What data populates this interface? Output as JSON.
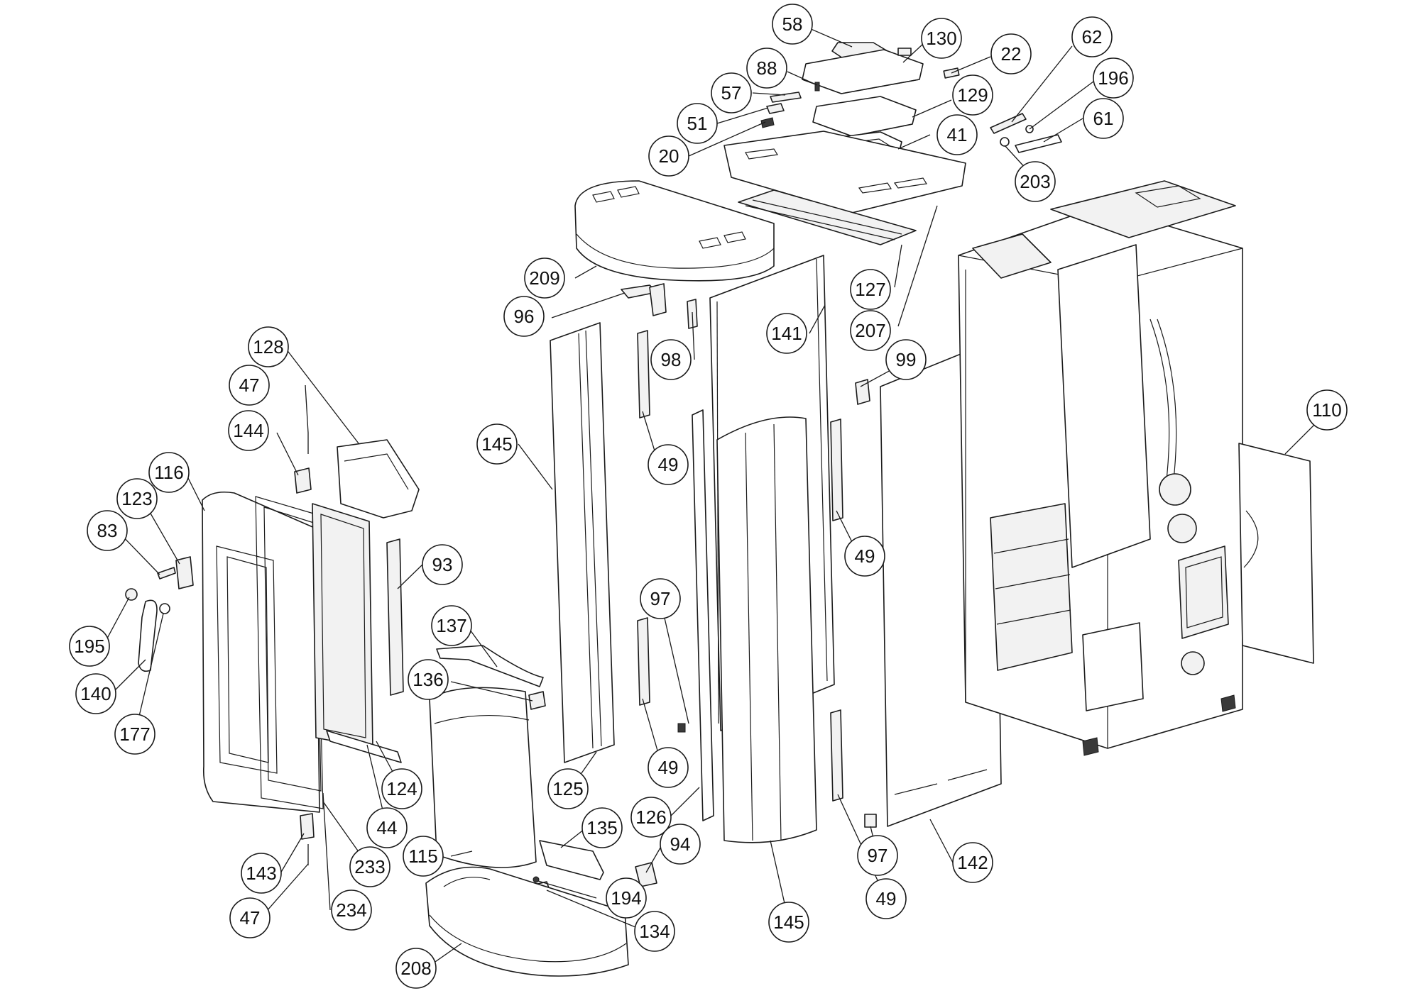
{
  "labels": [
    {
      "id": "c58",
      "text": "58"
    },
    {
      "id": "c130",
      "text": "130"
    },
    {
      "id": "c22",
      "text": "22"
    },
    {
      "id": "c62",
      "text": "62"
    },
    {
      "id": "c88",
      "text": "88"
    },
    {
      "id": "c196",
      "text": "196"
    },
    {
      "id": "c57",
      "text": "57"
    },
    {
      "id": "c129",
      "text": "129"
    },
    {
      "id": "c61",
      "text": "61"
    },
    {
      "id": "c51",
      "text": "51"
    },
    {
      "id": "c41",
      "text": "41"
    },
    {
      "id": "c20",
      "text": "20"
    },
    {
      "id": "c203",
      "text": "203"
    },
    {
      "id": "c127",
      "text": "127"
    },
    {
      "id": "c209",
      "text": "209"
    },
    {
      "id": "c207",
      "text": "207"
    },
    {
      "id": "c96",
      "text": "96"
    },
    {
      "id": "c141",
      "text": "141"
    },
    {
      "id": "c128",
      "text": "128"
    },
    {
      "id": "c98",
      "text": "98"
    },
    {
      "id": "c99",
      "text": "99"
    },
    {
      "id": "c47a",
      "text": "47"
    },
    {
      "id": "c110",
      "text": "110"
    },
    {
      "id": "c145a",
      "text": "145"
    },
    {
      "id": "c144",
      "text": "144"
    },
    {
      "id": "c49a",
      "text": "49"
    },
    {
      "id": "c116",
      "text": "116"
    },
    {
      "id": "c123",
      "text": "123"
    },
    {
      "id": "c49b",
      "text": "49"
    },
    {
      "id": "c83",
      "text": "83"
    },
    {
      "id": "c93",
      "text": "93"
    },
    {
      "id": "c97a",
      "text": "97"
    },
    {
      "id": "c137",
      "text": "137"
    },
    {
      "id": "c195",
      "text": "195"
    },
    {
      "id": "c136",
      "text": "136"
    },
    {
      "id": "c140",
      "text": "140"
    },
    {
      "id": "c177",
      "text": "177"
    },
    {
      "id": "c49c",
      "text": "49"
    },
    {
      "id": "c124",
      "text": "124"
    },
    {
      "id": "c125",
      "text": "125"
    },
    {
      "id": "c126",
      "text": "126"
    },
    {
      "id": "c135",
      "text": "135"
    },
    {
      "id": "c44",
      "text": "44"
    },
    {
      "id": "c94",
      "text": "94"
    },
    {
      "id": "c115",
      "text": "115"
    },
    {
      "id": "c97b",
      "text": "97"
    },
    {
      "id": "c142",
      "text": "142"
    },
    {
      "id": "c143",
      "text": "143"
    },
    {
      "id": "c233",
      "text": "233"
    },
    {
      "id": "c194",
      "text": "194"
    },
    {
      "id": "c49d",
      "text": "49"
    },
    {
      "id": "c234",
      "text": "234"
    },
    {
      "id": "c47b",
      "text": "47"
    },
    {
      "id": "c145b",
      "text": "145"
    },
    {
      "id": "c134",
      "text": "134"
    },
    {
      "id": "c208",
      "text": "208"
    }
  ]
}
